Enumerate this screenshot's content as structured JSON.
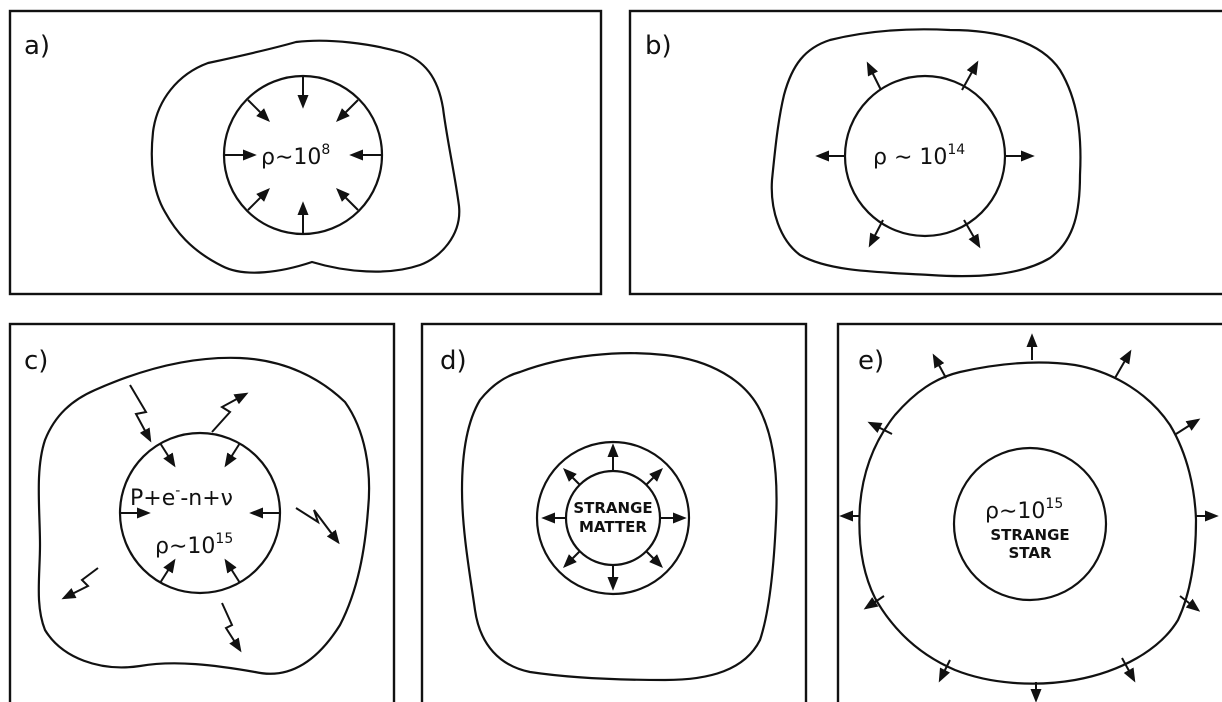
{
  "panels": [
    {
      "id": "a",
      "label": "a)",
      "rho": "ρ∼10",
      "exp": "8"
    },
    {
      "id": "b",
      "label": "b)",
      "rho": "ρ ∼ 10",
      "exp": "14"
    },
    {
      "id": "c",
      "label": "c)",
      "reaction_p": "P+e",
      "reaction_rest": "-n+ν",
      "rho": "ρ∼10",
      "exp": "15"
    },
    {
      "id": "d",
      "label": "d)",
      "line1": "STRANGE",
      "line2": "MATTER"
    },
    {
      "id": "e",
      "label": "e)",
      "rho": "ρ∼10",
      "exp": "15",
      "line1": "STRANGE",
      "line2": "STAR"
    }
  ]
}
